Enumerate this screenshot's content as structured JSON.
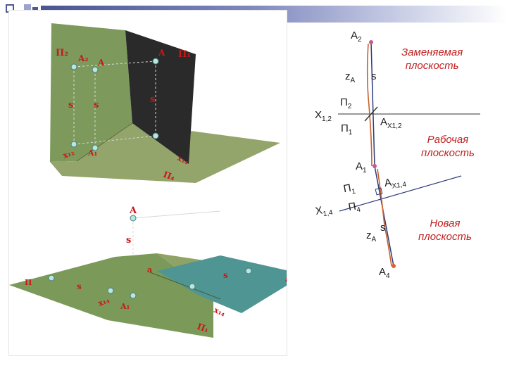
{
  "colors": {
    "accent": "#4d5894",
    "note_text": "#c02020",
    "plane_green": "#7a9a5a",
    "plane_dark": "#2b2b2b",
    "plane_teal": "#4f9594",
    "projection_line": "#b05a3a"
  },
  "labels": {
    "a2": "A",
    "a2_sub": "2",
    "za_top": "z",
    "za_top_sub": "A",
    "s_top": "s",
    "pi2": "П",
    "pi2_sub": "2",
    "x12": "X",
    "x12_sub": "1,2",
    "pi1_upper": "П",
    "pi1_upper_sub": "1",
    "ax12": "A",
    "ax12_sub": "X1,2",
    "a1": "A",
    "a1_sub": "1",
    "ax14": "A",
    "ax14_sub": "X1,4",
    "pi1_lower": "П",
    "pi1_lower_sub": "1",
    "x14": "X",
    "x14_sub": "1,4",
    "pi4": "П",
    "pi4_sub": "4",
    "s_bottom": "s",
    "za_bottom": "z",
    "za_bottom_sub": "A",
    "a4": "A",
    "a4_sub": "4"
  },
  "notes": {
    "replaced_plane": [
      "Заменяемая",
      "плоскость"
    ],
    "working_plane": [
      "Рабочая",
      "плоскость"
    ],
    "new_plane": [
      "Новая",
      "плоскость"
    ]
  }
}
